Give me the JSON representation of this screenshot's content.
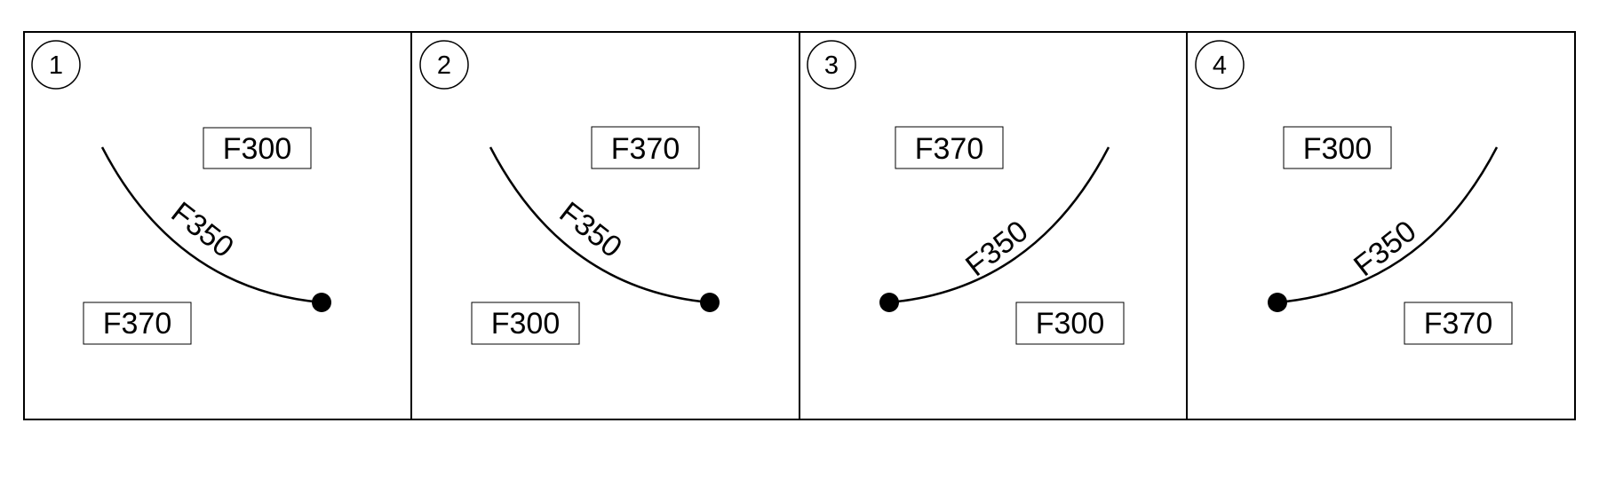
{
  "panels": [
    {
      "number": "1",
      "label_upper": "F300",
      "label_lower": "F370",
      "arc_label": "F350"
    },
    {
      "number": "2",
      "label_upper": "F370",
      "label_lower": "F300",
      "arc_label": "F350"
    },
    {
      "number": "3",
      "label_upper": "F370",
      "label_lower": "F300",
      "arc_label": "F350"
    },
    {
      "number": "4",
      "label_upper": "F300",
      "label_lower": "F370",
      "arc_label": "F350"
    }
  ]
}
